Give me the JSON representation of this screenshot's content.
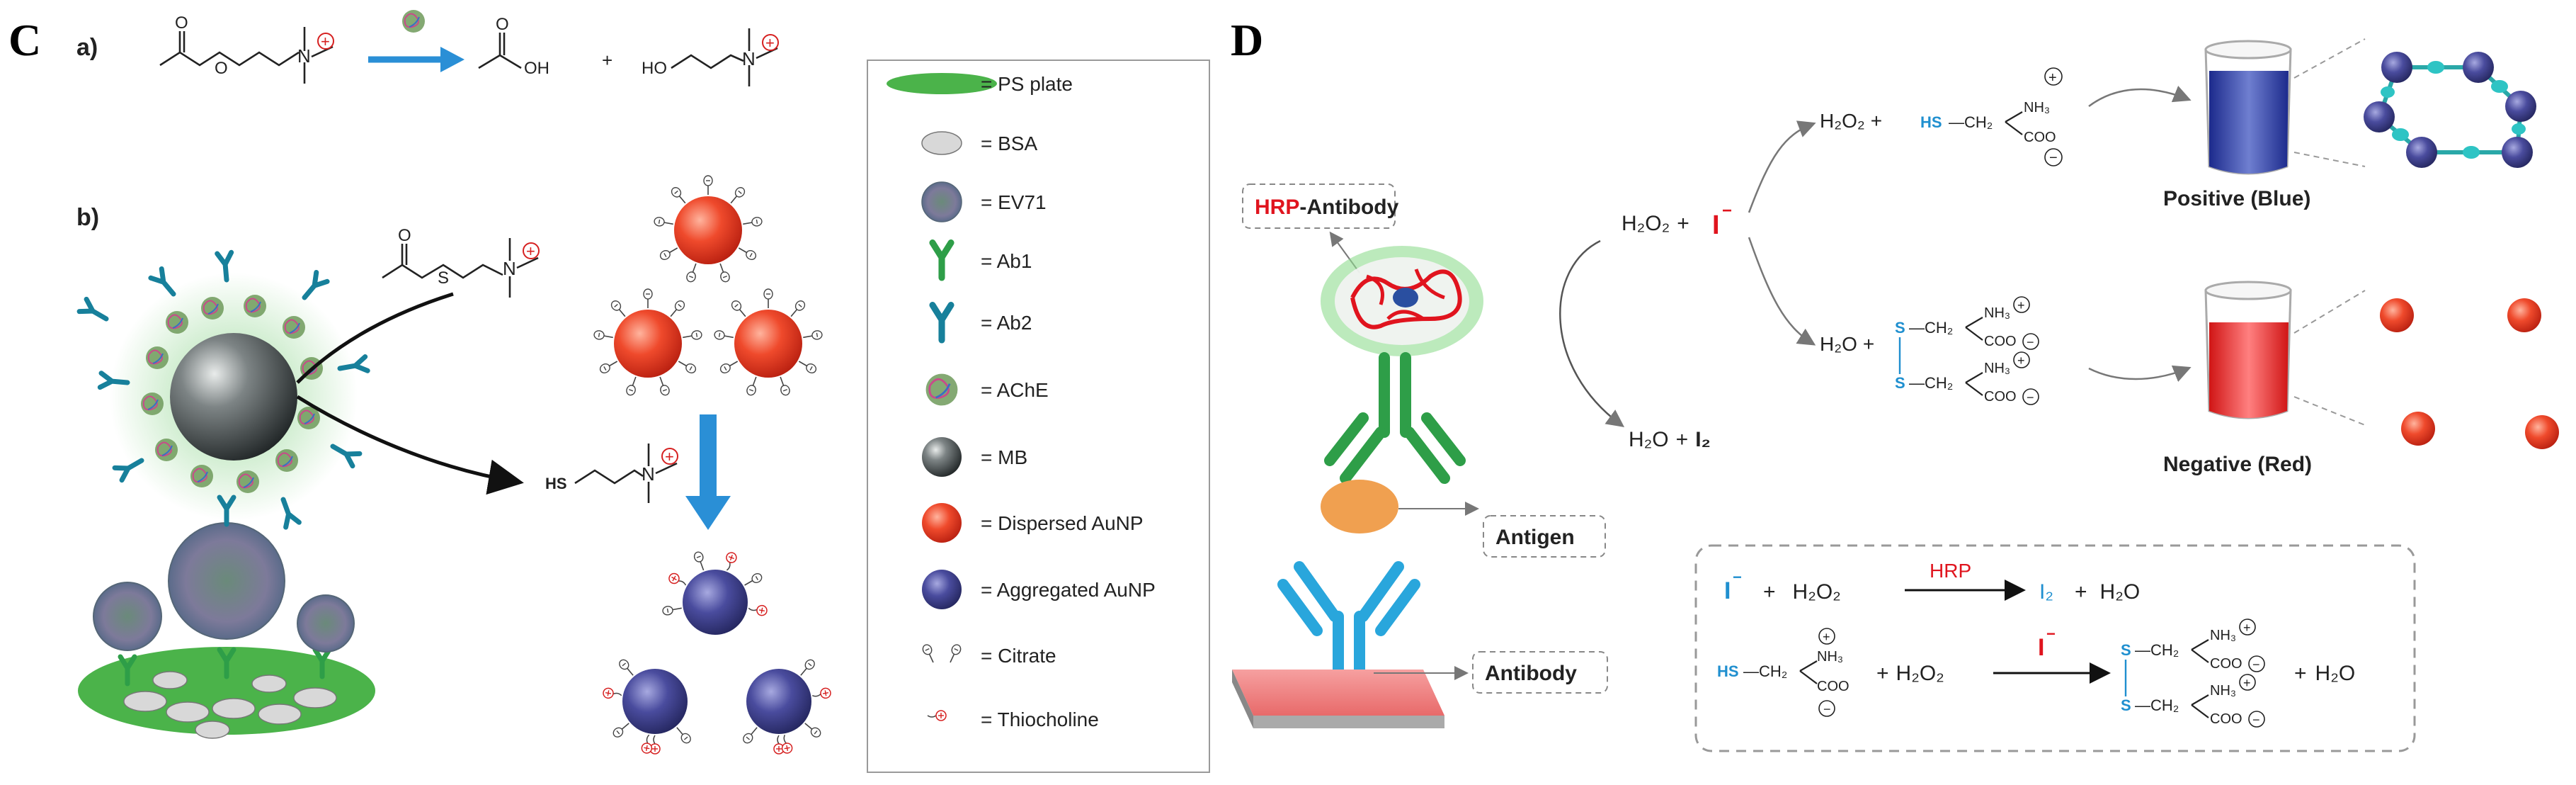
{
  "panel_c": {
    "letter": "C",
    "sub_a": "a)",
    "sub_b": "b)",
    "plus": "+",
    "charge_plus": "+",
    "n_atom": "N",
    "o_atom": "O",
    "oh_group": "OH",
    "ho_group": "HO",
    "s_atom": "S",
    "hs_group": "HS"
  },
  "legend": {
    "items": [
      {
        "icon": "ps-plate",
        "label": "= PS plate"
      },
      {
        "icon": "bsa",
        "label": "= BSA"
      },
      {
        "icon": "ev71",
        "label": "= EV71"
      },
      {
        "icon": "ab1",
        "label": "= Ab1"
      },
      {
        "icon": "ab2",
        "label": "= Ab2"
      },
      {
        "icon": "ache",
        "label": "= AChE"
      },
      {
        "icon": "mb",
        "label": "= MB"
      },
      {
        "icon": "dispersed-aunp",
        "label": "= Dispersed AuNP"
      },
      {
        "icon": "aggregated-aunp",
        "label": "= Aggregated AuNP"
      },
      {
        "icon": "citrate",
        "label": "= Citrate"
      },
      {
        "icon": "thiocholine",
        "label": "= Thiocholine"
      }
    ]
  },
  "panel_d": {
    "letter": "D",
    "hrp_antibody_hrp": "HRP",
    "hrp_antibody_rest": "-Antibody",
    "antigen": "Antigen",
    "antibody": "Antibody",
    "h2o2": "H₂O₂",
    "plus": "+",
    "iodide": "I",
    "minus": "−",
    "h2o": "H₂O",
    "i2": "I₂",
    "hs": "HS",
    "ch2": "CH₂",
    "nh3": "NH₃",
    "coo": "COO",
    "s": "S",
    "positive": "Positive (Blue)",
    "negative": "Negative (Red)",
    "hrp": "HRP"
  },
  "colors": {
    "blue_arrow": "#2a8fd6",
    "aunp_red": "#e8402a",
    "aunp_blue": "#3b3f8f",
    "ab_green": "#2e9e48",
    "ab_teal": "#17809b",
    "antibody_blue": "#29a6dc",
    "hrp_red": "#e0141e",
    "thiol_blue": "#1f8fcf",
    "ps_plate": "#4bb34a",
    "pink_plate": "#f08a8a"
  }
}
